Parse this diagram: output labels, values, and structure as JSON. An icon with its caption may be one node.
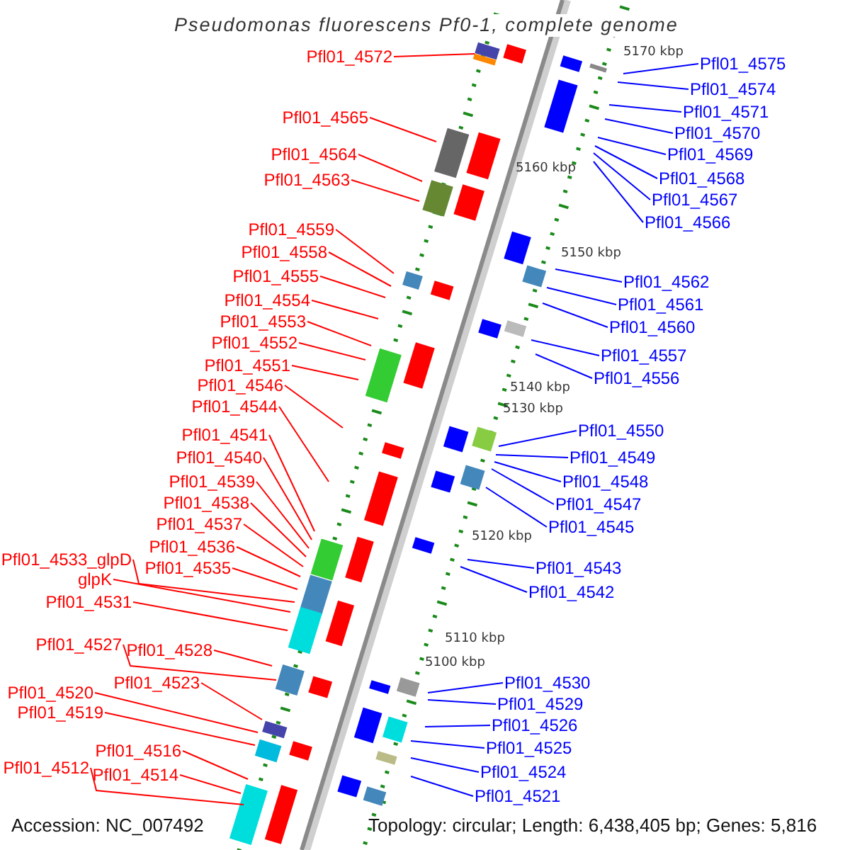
{
  "diagram": {
    "title": "Pseudomonas fluorescens Pf0-1, complete genome",
    "nodes": [
      {
        "text": [
          "Pfl01_4572"
        ]
      },
      {
        "text": [
          "Pfl01_4565"
        ]
      },
      {
        "text": [
          "Pfl01_4564"
        ]
      },
      {
        "text": [
          "Pfl01_4563"
        ]
      },
      {
        "text": [
          "Pfl01_4559"
        ]
      },
      {
        "text": [
          "Pfl01_4558"
        ]
      },
      {
        "text": [
          "Pfl01_4555"
        ]
      },
      {
        "text": [
          "Pfl01_4554"
        ]
      },
      {
        "text": [
          "Pfl01_4553"
        ]
      },
      {
        "text": [
          "Pfl01_4552"
        ]
      },
      {
        "text": [
          "Pfl01_4551"
        ]
      },
      {
        "text": [
          "Pfl01_4546"
        ]
      },
      {
        "text": [
          "Pfl01_4544"
        ]
      },
      {
        "text": [
          "Pfl01_4541"
        ]
      },
      {
        "text": [
          "Pfl01_4540"
        ]
      },
      {
        "text": [
          "Pfl01_4539"
        ]
      },
      {
        "text": [
          "Pfl01_4538"
        ]
      },
      {
        "text": [
          "Pfl01_4537"
        ]
      },
      {
        "text": [
          "Pfl01_4536"
        ]
      },
      {
        "text": [
          "Pfl01_4533_glpD"
        ]
      },
      {
        "text": [
          "Pfl01_4535"
        ]
      },
      {
        "text": [
          "glpK"
        ]
      },
      {
        "text": [
          "Pfl01_4531"
        ]
      },
      {
        "text": [
          "Pfl01_4527"
        ]
      },
      {
        "text": [
          "Pfl01_4528"
        ]
      },
      {
        "text": [
          "Pfl01_4523"
        ]
      },
      {
        "text": [
          "Pfl01_4520"
        ]
      },
      {
        "text": [
          "Pfl01_4519"
        ]
      },
      {
        "text": [
          "Pfl01_4516"
        ]
      },
      {
        "text": [
          "Pfl01_4512"
        ]
      },
      {
        "text": [
          "Pfl01_4514"
        ]
      },
      {
        "text": [
          "Pfl01_4575"
        ]
      },
      {
        "text": [
          "Pfl01_4574"
        ]
      },
      {
        "text": [
          "Pfl01_4571"
        ]
      },
      {
        "text": [
          "Pfl01_4570"
        ]
      },
      {
        "text": [
          "Pfl01_4569"
        ]
      },
      {
        "text": [
          "Pfl01_4568"
        ]
      },
      {
        "text": [
          "Pfl01_4567"
        ]
      },
      {
        "text": [
          "Pfl01_4566"
        ]
      },
      {
        "text": [
          "Pfl01_4562"
        ]
      },
      {
        "text": [
          "Pfl01_4561"
        ]
      },
      {
        "text": [
          "Pfl01_4560"
        ]
      },
      {
        "text": [
          "Pfl01_4557"
        ]
      },
      {
        "text": [
          "Pfl01_4556"
        ]
      },
      {
        "text": [
          "Pfl01_4550"
        ]
      },
      {
        "text": [
          "Pfl01_4549"
        ]
      },
      {
        "text": [
          "Pfl01_4548"
        ]
      },
      {
        "text": [
          "Pfl01_4547"
        ]
      },
      {
        "text": [
          "Pfl01_4545"
        ]
      },
      {
        "text": [
          "Pfl01_4543"
        ]
      },
      {
        "text": [
          "Pfl01_4542"
        ]
      },
      {
        "text": [
          "Pfl01_4530"
        ]
      },
      {
        "text": [
          "Pfl01_4529"
        ]
      },
      {
        "text": [
          "Pfl01_4526"
        ]
      },
      {
        "text": [
          "Pfl01_4525"
        ]
      },
      {
        "text": [
          "Pfl01_4524"
        ]
      },
      {
        "text": [
          "Pfl01_4521"
        ]
      }
    ],
    "edges": [
      {
        "from": 0,
        "to": null,
        "arrow": "none"
      },
      {
        "from": 1,
        "to": null,
        "arrow": "none"
      },
      {
        "from": 2,
        "to": null,
        "arrow": "none"
      },
      {
        "from": 3,
        "to": null,
        "arrow": "none"
      },
      {
        "from": 4,
        "to": null,
        "arrow": "none"
      },
      {
        "from": 5,
        "to": null,
        "arrow": "none"
      },
      {
        "from": 6,
        "to": null,
        "arrow": "none"
      },
      {
        "from": 7,
        "to": null,
        "arrow": "none"
      },
      {
        "from": 8,
        "to": null,
        "arrow": "none"
      },
      {
        "from": 9,
        "to": null,
        "arrow": "none"
      },
      {
        "from": 10,
        "to": null,
        "arrow": "none"
      },
      {
        "from": 11,
        "to": null,
        "arrow": "none"
      },
      {
        "from": 12,
        "to": null,
        "arrow": "none"
      },
      {
        "from": 13,
        "to": null,
        "arrow": "none"
      },
      {
        "from": 14,
        "to": null,
        "arrow": "none"
      },
      {
        "from": 15,
        "to": null,
        "arrow": "none"
      },
      {
        "from": 16,
        "to": null,
        "arrow": "none"
      },
      {
        "from": 17,
        "to": null,
        "arrow": "none"
      },
      {
        "from": 18,
        "to": null,
        "arrow": "none"
      },
      {
        "from": 19,
        "to": null,
        "arrow": "none"
      },
      {
        "from": 20,
        "to": null,
        "arrow": "none"
      },
      {
        "from": 21,
        "to": null,
        "arrow": "none"
      },
      {
        "from": 22,
        "to": null,
        "arrow": "none"
      },
      {
        "from": 23,
        "to": null,
        "arrow": "none"
      },
      {
        "from": 24,
        "to": null,
        "arrow": "none"
      },
      {
        "from": 25,
        "to": null,
        "arrow": "none"
      },
      {
        "from": 26,
        "to": null,
        "arrow": "none"
      },
      {
        "from": 27,
        "to": null,
        "arrow": "none"
      },
      {
        "from": 28,
        "to": null,
        "arrow": "none"
      },
      {
        "from": 29,
        "to": null,
        "arrow": "none"
      },
      {
        "from": 30,
        "to": null,
        "arrow": "none"
      },
      {
        "from": 31,
        "to": null,
        "arrow": "none",
        "color": "#0000ff"
      },
      {
        "from": 32,
        "to": null,
        "arrow": "none",
        "color": "#0000ff"
      },
      {
        "from": 33,
        "to": null,
        "arrow": "none",
        "color": "#0000ff"
      },
      {
        "from": 34,
        "to": null,
        "arrow": "none",
        "color": "#0000ff"
      },
      {
        "from": 35,
        "to": null,
        "arrow": "none",
        "color": "#0000ff"
      },
      {
        "from": 36,
        "to": null,
        "arrow": "none",
        "color": "#0000ff"
      },
      {
        "from": 37,
        "to": null,
        "arrow": "none",
        "color": "#0000ff"
      },
      {
        "from": 38,
        "to": null,
        "arrow": "none",
        "color": "#0000ff"
      },
      {
        "from": 39,
        "to": null,
        "arrow": "none",
        "color": "#0000ff"
      },
      {
        "from": 40,
        "to": null,
        "arrow": "none",
        "color": "#0000ff"
      },
      {
        "from": 41,
        "to": null,
        "arrow": "none",
        "color": "#0000ff"
      },
      {
        "from": 42,
        "to": null,
        "arrow": "none",
        "color": "#0000ff"
      },
      {
        "from": 43,
        "to": null,
        "arrow": "none",
        "color": "#0000ff"
      },
      {
        "from": 44,
        "to": null,
        "arrow": "none",
        "color": "#0000ff"
      },
      {
        "from": 45,
        "to": null,
        "arrow": "none",
        "color": "#0000ff"
      },
      {
        "from": 46,
        "to": null,
        "arrow": "none",
        "color": "#0000ff"
      },
      {
        "from": 47,
        "to": null,
        "arrow": "none",
        "color": "#0000ff"
      },
      {
        "from": 48,
        "to": null,
        "arrow": "none",
        "color": "#0000ff"
      },
      {
        "from": 49,
        "to": null,
        "arrow": "none",
        "color": "#0000ff"
      },
      {
        "from": 50,
        "to": null,
        "arrow": "none",
        "color": "#0000ff"
      },
      {
        "from": 51,
        "to": null,
        "arrow": "none",
        "color": "#0000ff"
      },
      {
        "from": 52,
        "to": null,
        "arrow": "none",
        "color": "#0000ff"
      },
      {
        "from": 53,
        "to": null,
        "arrow": "none",
        "color": "#0000ff"
      },
      {
        "from": 54,
        "to": null,
        "arrow": "none",
        "color": "#0000ff"
      },
      {
        "from": 55,
        "to": null,
        "arrow": "none",
        "color": "#0000ff"
      },
      {
        "from": 56,
        "to": null,
        "arrow": "none",
        "color": "#0000ff"
      }
    ],
    "labels": [
      "5170 kbp",
      "5160 kbp",
      "5150 kbp",
      "5140 kbp",
      "5130 kbp",
      "5120 kbp",
      "5110 kbp",
      "5100 kbp",
      "Accession: NC_007492",
      "Topology: circular; Length: 6,438,405 bp; Genes: 5,816"
    ]
  }
}
